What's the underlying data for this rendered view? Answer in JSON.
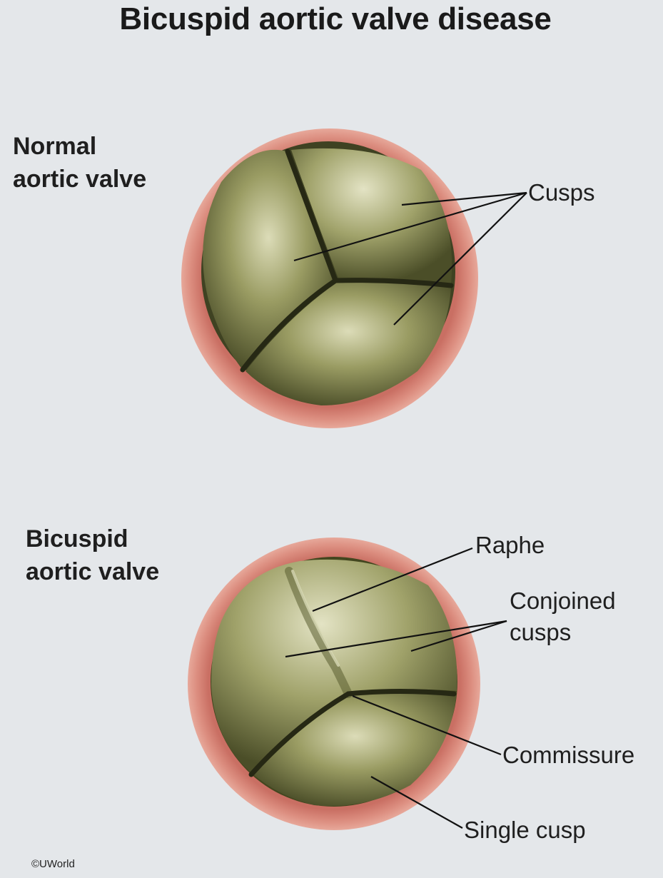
{
  "title": "Bicuspid aortic valve disease",
  "normal_valve": {
    "label_line1": "Normal",
    "label_line2": "aortic valve",
    "callouts": {
      "cusps": "Cusps"
    }
  },
  "bicuspid_valve": {
    "label_line1": "Bicuspid",
    "label_line2": "aortic valve",
    "callouts": {
      "raphe": "Raphe",
      "conjoined_line1": "Conjoined",
      "conjoined_line2": "cusps",
      "commissure": "Commissure",
      "single_cusp": "Single cusp"
    }
  },
  "copyright": "©UWorld",
  "colors": {
    "background": "#e4e7ea",
    "valve_ring": "#d9897b",
    "cusp_tissue": "#8f915a",
    "cusp_dark": "#2e3119",
    "leader_line": "#111111"
  }
}
